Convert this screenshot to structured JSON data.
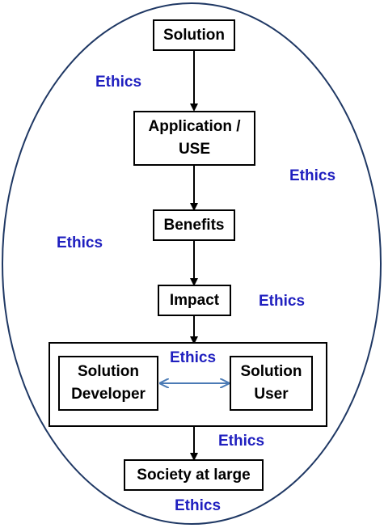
{
  "colors": {
    "ellipse_stroke": "#1f3864",
    "node_border": "#000000",
    "ethics_text": "#1f1fbf",
    "arrow": "#000000",
    "double_arrow": "#4a7ab5"
  },
  "nodes": {
    "solution": "Solution",
    "application": "Application /\nUSE",
    "benefits": "Benefits",
    "impact": "Impact",
    "developer": "Solution\nDeveloper",
    "user": "Solution\nUser",
    "society": "Society at large"
  },
  "ethics_labels": [
    "Ethics",
    "Ethics",
    "Ethics",
    "Ethics",
    "Ethics",
    "Ethics",
    "Ethics"
  ]
}
